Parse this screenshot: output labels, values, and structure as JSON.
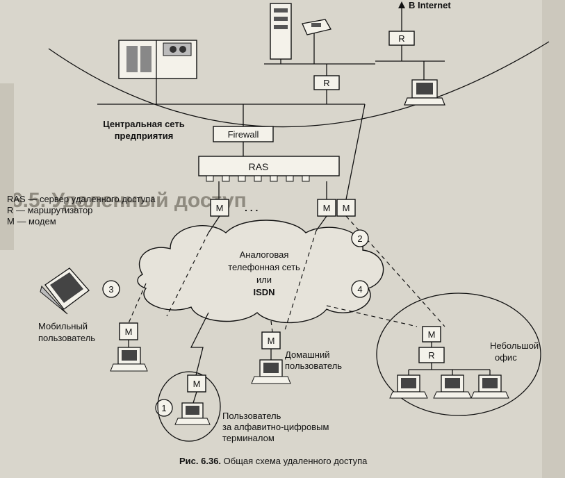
{
  "internet_label": "В Internet",
  "router": "R",
  "modem": "M",
  "firewall": "Firewall",
  "ras": "RAS",
  "central_network": [
    "Центральная сеть",
    "предприятия"
  ],
  "legend": [
    "RAS — сервер удаленного доступа",
    "R — маршрутизатор",
    "M — модем"
  ],
  "modem_ellipsis": ". . .",
  "cloud": [
    "Аналоговая",
    "телефонная  сеть",
    "или",
    "ISDN"
  ],
  "case_numbers": [
    "1",
    "2",
    "3",
    "4"
  ],
  "mobile_user": [
    "Мобильный",
    "пользователь"
  ],
  "home_user": [
    "Домашний",
    "пользователь"
  ],
  "small_office": [
    "Небольшой",
    "офис"
  ],
  "terminal_user": [
    "Пользователь",
    "за алфавитно-цифровым",
    "терминалом"
  ],
  "caption": {
    "prefix": "Рис.  6.36.",
    "text": " Общая схема удаленного доступа"
  },
  "background_heading": "6.5. Удаленный доступ",
  "colors": {
    "paper": "#d9d6cc",
    "ink": "#111111"
  }
}
